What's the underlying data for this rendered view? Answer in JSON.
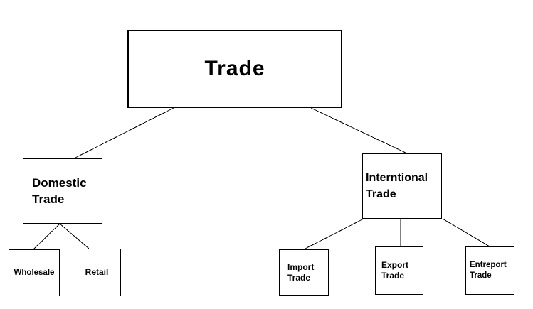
{
  "diagram": {
    "type": "tree",
    "background_color": "#ffffff",
    "line_color": "#000000",
    "text_color": "#000000",
    "nodes": {
      "trade": {
        "label": "Trade"
      },
      "domestic": {
        "line1": "Domestic",
        "line2": "Trade"
      },
      "international": {
        "line1": "Interntional",
        "line2": "Trade"
      },
      "wholesale": {
        "label": "Wholesale"
      },
      "retail": {
        "label": "Retail"
      },
      "import": {
        "line1": "Import",
        "line2": "Trade"
      },
      "export": {
        "line1": "Export",
        "line2": "Trade"
      },
      "entreport": {
        "line1": "Entreport",
        "line2": "Trade"
      }
    },
    "edges": [
      {
        "from": "trade",
        "to": "domestic"
      },
      {
        "from": "trade",
        "to": "international"
      },
      {
        "from": "domestic",
        "to": "wholesale"
      },
      {
        "from": "domestic",
        "to": "retail"
      },
      {
        "from": "international",
        "to": "import"
      },
      {
        "from": "international",
        "to": "export"
      },
      {
        "from": "international",
        "to": "entreport"
      }
    ]
  }
}
